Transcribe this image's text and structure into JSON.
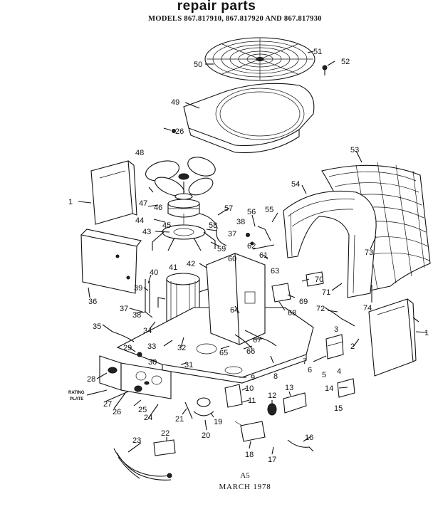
{
  "title": "repair parts",
  "models": "MODELS 867.817910, 867.817920 AND 867.817930",
  "footer_code": "A5",
  "footer_date": "MARCH 1978",
  "rating_plate_line1": "RATING",
  "rating_plate_line2": "PLATE",
  "callouts": [
    "1",
    "2",
    "3",
    "4",
    "5",
    "6",
    "7",
    "8",
    "9",
    "10",
    "11",
    "12",
    "13",
    "14",
    "15",
    "16",
    "17",
    "18",
    "19",
    "20",
    "21",
    "22",
    "23",
    "24",
    "25",
    "26",
    "26",
    "27",
    "28",
    "29",
    "30",
    "31",
    "32",
    "33",
    "34",
    "35",
    "36",
    "37",
    "37",
    "38",
    "38",
    "39",
    "40",
    "41",
    "42",
    "43",
    "44",
    "45",
    "46",
    "47",
    "48",
    "49",
    "50",
    "51",
    "52",
    "53",
    "54",
    "55",
    "56",
    "57",
    "58",
    "59",
    "60",
    "61",
    "62",
    "63",
    "64",
    "65",
    "66",
    "67",
    "68",
    "69",
    "70",
    "71",
    "72",
    "73",
    "74",
    "1"
  ]
}
